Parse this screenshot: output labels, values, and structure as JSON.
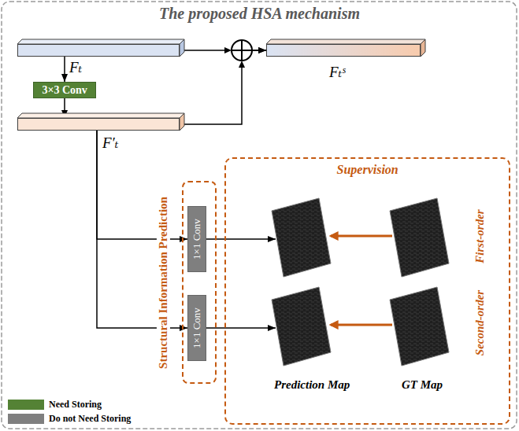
{
  "diagram": {
    "title": "The proposed HSA mechanism",
    "nodes": [
      {
        "text": [
          "Fₜ"
        ]
      },
      {
        "text": [
          "Fₜˢ"
        ]
      },
      {
        "text": [
          "3×3 Conv"
        ]
      },
      {
        "text": [
          "F′ₜ"
        ]
      },
      {
        "text": [
          "Structural Information Prediction"
        ]
      },
      {
        "text": [
          "1×1 Conv"
        ],
        "in": 4
      },
      {
        "text": [
          "1×1 Conv"
        ],
        "in": 4
      },
      {
        "text": [
          "Supervision"
        ]
      }
    ],
    "edges": [
      {
        "from": 0,
        "to": 2,
        "arrow": "to"
      },
      {
        "from": 2,
        "to": 3,
        "arrow": "to"
      },
      {
        "from": 0,
        "to": 1,
        "arrow": "to"
      },
      {
        "from": 3,
        "to": 1,
        "arrow": "to"
      },
      {
        "from": 3,
        "to": 5,
        "arrow": "to"
      },
      {
        "from": 3,
        "to": 6,
        "arrow": "to"
      }
    ],
    "labels": [
      "First-order",
      "Second-order",
      "Prediction Map",
      "GT Map"
    ],
    "legend": [
      {
        "text": "Need Storing",
        "color": "#548235"
      },
      {
        "text": "Do not Need Storing",
        "color": "#7f7f7f"
      }
    ]
  }
}
